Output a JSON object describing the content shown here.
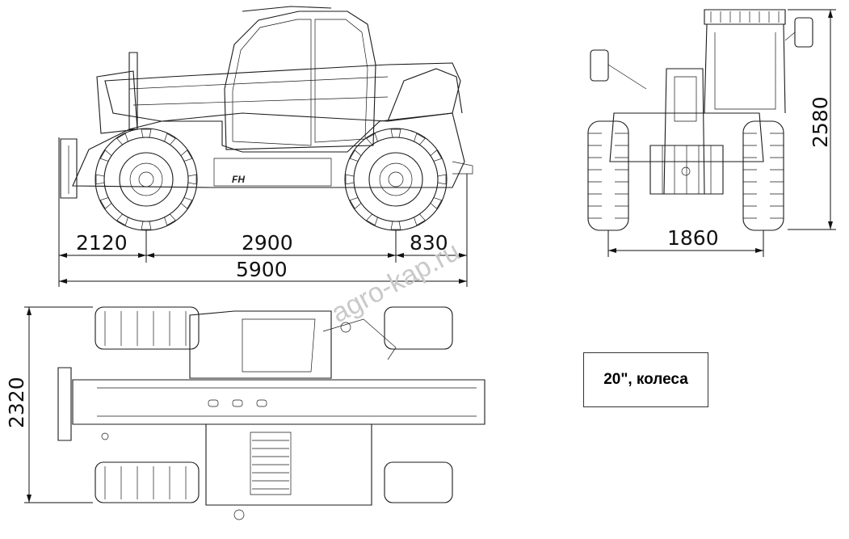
{
  "dimensions": {
    "front_overhang": "2120",
    "wheelbase": "2900",
    "rear_overhang": "830",
    "overall_length": "5900",
    "overall_height": "2580",
    "track_width": "1860",
    "overall_width": "2320"
  },
  "watermark": "agro-kap.ru",
  "cab_marking": "FH",
  "note": "20\", колеса"
}
